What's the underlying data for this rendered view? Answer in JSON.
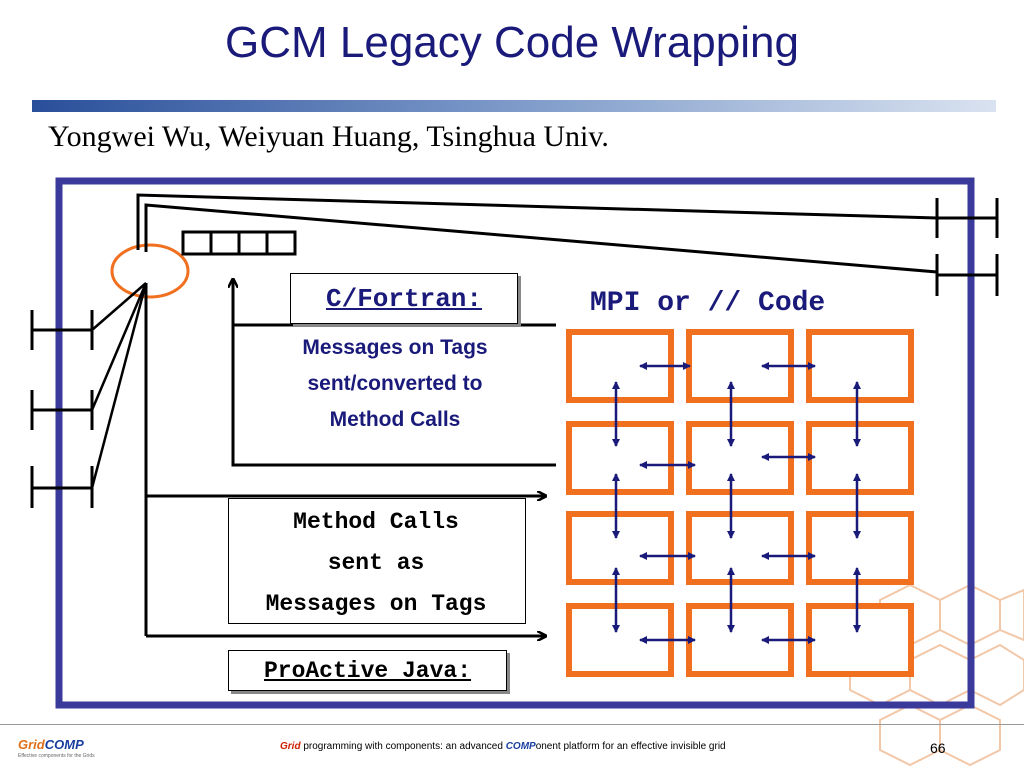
{
  "slide": {
    "title": "GCM Legacy Code Wrapping",
    "authors": "Yongwei Wu, Weiyuan Huang, Tsinghua Univ.",
    "page_number": "66"
  },
  "diagram": {
    "c_fortran_label": "C/Fortran:",
    "mpi_label": "MPI or // Code",
    "messages_on_tags_text": [
      "Messages on Tags",
      "sent/converted to",
      "Method Calls"
    ],
    "method_calls_text": [
      "Method Calls",
      "sent as",
      "Messages on Tags"
    ],
    "proactive_label": "ProActive Java:"
  },
  "footer": {
    "logo_part1": "Grid",
    "logo_part2": "COMP",
    "logo_subtitle": "Effective components for the Grids",
    "text_grid": "Grid",
    "text_middle": " programming with components: an advanced ",
    "text_comp": "COMP",
    "text_end": "onent platform for an effective invisible grid"
  },
  "colors": {
    "title": "#1a1a7a",
    "frame": "#3a3a9a",
    "orange": "#f07020",
    "arrow_blue": "#1a1a7a"
  }
}
